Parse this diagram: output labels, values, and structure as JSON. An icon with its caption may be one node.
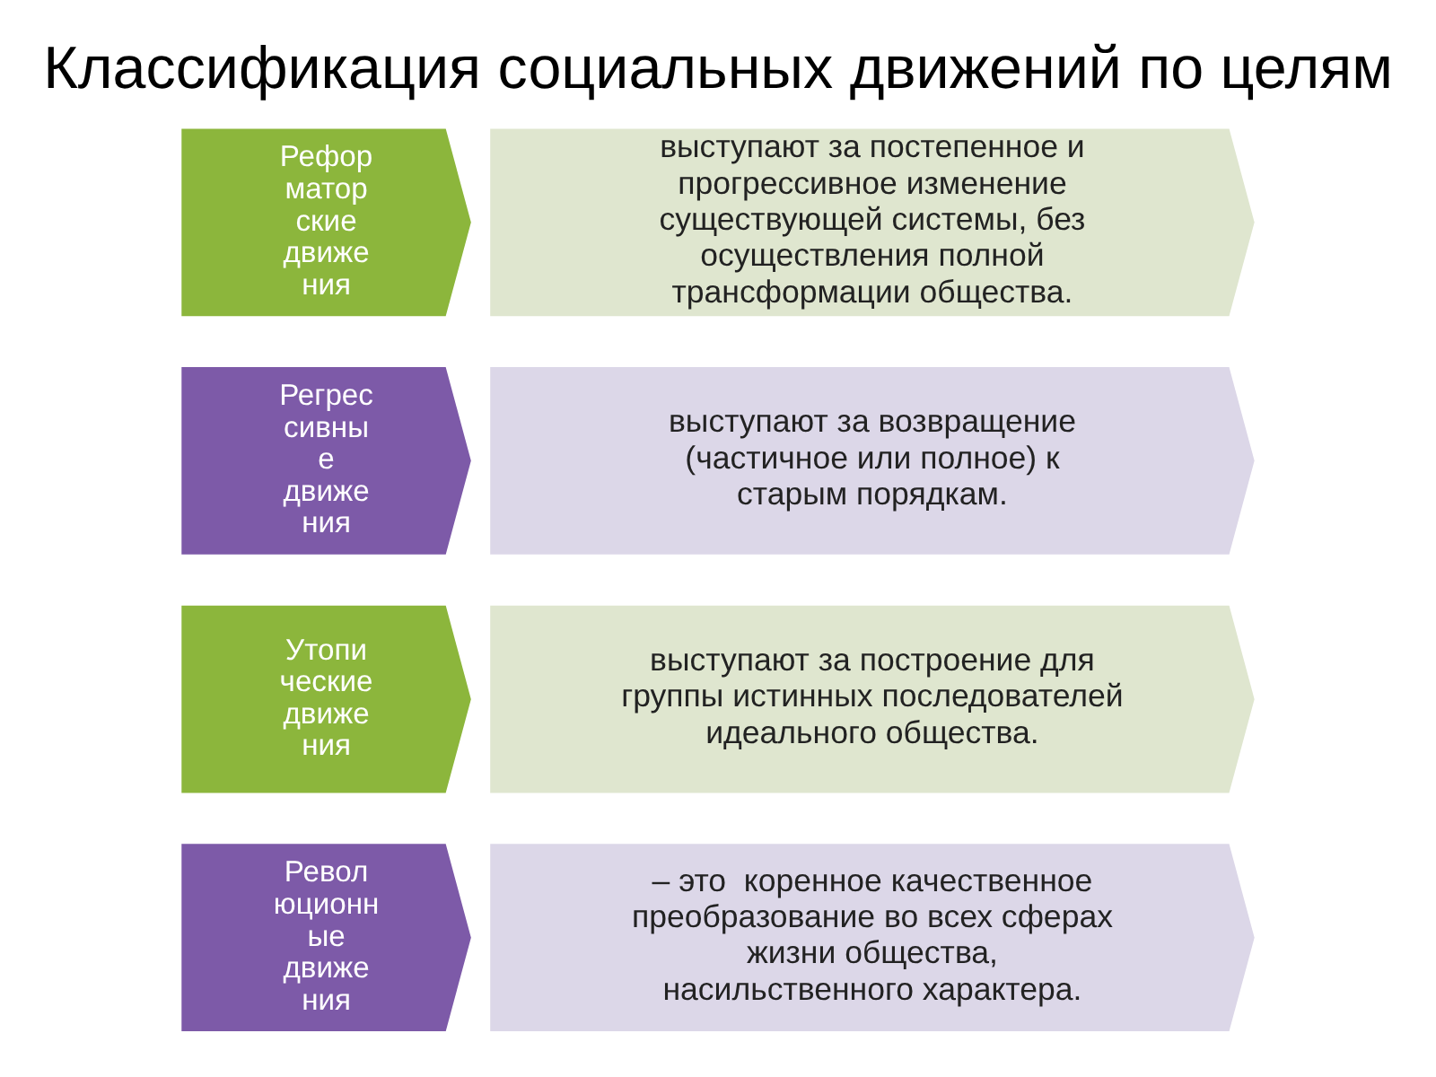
{
  "diagram": {
    "title": "Классификация социальных движений по целям",
    "nodes": [
      {
        "text": [
          "Рефор матор ские движе ния"
        ]
      },
      {
        "text": [
          "выступают за постепенное и прогрессивное изменение существующей системы, без осуществления полной трансформации общества."
        ]
      },
      {
        "text": [
          "Регрес сивны е движе ния"
        ]
      },
      {
        "text": [
          "выступают за возвращение (частичное или полное) к старым порядкам."
        ]
      },
      {
        "text": [
          "Утопи ческие движе ния"
        ]
      },
      {
        "text": [
          "выступают за построение для группы истинных последователей идеального общества."
        ]
      },
      {
        "text": [
          "Револ юционн ые движе ния"
        ]
      },
      {
        "text": [
          "– это  коренное качественное преобразование во всех сферах жизни общества, насильственного характера."
        ]
      }
    ],
    "edges": []
  }
}
